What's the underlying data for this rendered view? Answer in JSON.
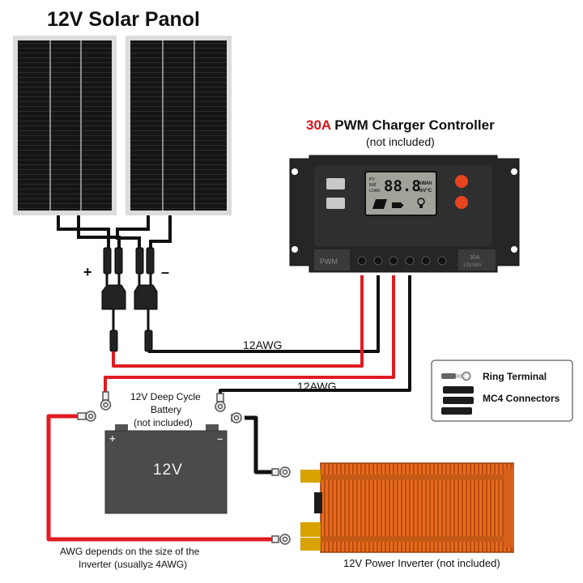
{
  "title": "12V Solar Panol",
  "controller": {
    "title_accent": "30A",
    "title_rest": " PWM Charger Controller",
    "subtitle": "(not included)",
    "lcd_reading": "88.8",
    "lcd_units_1": "kWAh",
    "lcd_units_2": "%V°C",
    "indicator_labels": [
      "PV",
      "BAT",
      "LOAD"
    ],
    "badge_left": "PWM",
    "badge_right_1": "30A",
    "badge_right_2": "12V/24V"
  },
  "polarity": {
    "plus": "+",
    "minus": "–"
  },
  "wire_labels": {
    "upper": "12AWG",
    "lower": "12AWG"
  },
  "battery": {
    "line1": "12V Deep Cycle",
    "line2": "Battery",
    "line3": "(not included)",
    "voltage": "12V",
    "pos": "+",
    "neg": "–"
  },
  "notes": {
    "awg_line1": "AWG depends on the size of the",
    "awg_line2": "Inverter (usually≥ 4AWG)"
  },
  "inverter_label": "12V Power Inverter (not included)",
  "legend": {
    "ring": "Ring Terminal",
    "mc4": "MC4 Connectors"
  },
  "colors": {
    "red_wire": "#e11b22",
    "black_wire": "#111111",
    "accent": "#d8141a",
    "inverter": "#e96a1c",
    "controller_button": "#e8431f"
  }
}
